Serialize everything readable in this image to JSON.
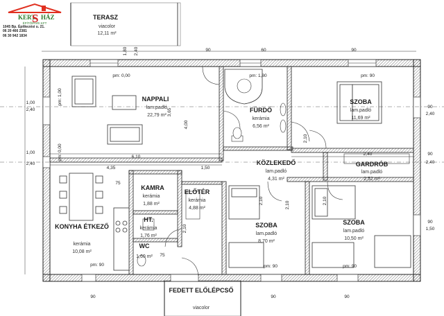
{
  "logo": {
    "brand_left": "KERT",
    "brand_mid": "S",
    "brand_right": "HÁZ",
    "brand_sub": "ÉPÍTŐIPARI KFT",
    "address_lines": [
      "1045 Bp. Építkezési u. 21.",
      "06 20 466 2381",
      "06 30 942 1834"
    ]
  },
  "rooms": {
    "terasz": {
      "name": "TERASZ",
      "material": "viacolor",
      "area": "12,11 m²"
    },
    "nappali": {
      "name": "NAPPALI",
      "material": "lam.padló",
      "area": "22,79 m²"
    },
    "furdo": {
      "name": "FÜRDŐ",
      "material": "kerámia",
      "area": "6,56 m²"
    },
    "szoba1": {
      "name": "SZOBA",
      "material": "lam.padló",
      "area": "11,69 m²"
    },
    "kozlekedo": {
      "name": "KÖZLEKEDŐ",
      "material": "lam.padló",
      "area": "4,31 m²"
    },
    "gardrob": {
      "name": "GARDRÓB",
      "material": "lam.padló",
      "area": "2,52 m²"
    },
    "kamra": {
      "name": "KAMRA",
      "material": "kerámia",
      "area": "1,88 m²"
    },
    "eloter": {
      "name": "ELŐTÉR",
      "material": "kerámia",
      "area": "4,88 m²"
    },
    "ht": {
      "name": "HT.",
      "material": "kerámia",
      "area": "1,76 m²"
    },
    "konyha": {
      "name": "KONYHA ÉTKEZŐ",
      "material": "kerámia",
      "area": "10,08 m²"
    },
    "wc": {
      "name": "WC",
      "material": "kerámia",
      "area": "1,60 m²"
    },
    "szoba2": {
      "name": "SZOBA",
      "material": "lam.padló",
      "area": "8,70 m²"
    },
    "szoba3": {
      "name": "SZOBA",
      "material": "lam.padló",
      "area": "10,50 m²"
    },
    "fedett": {
      "name": "FEDETT ELŐLÉPCSŐ",
      "material": "viacolor",
      "area": ""
    }
  },
  "dimensions": {
    "d_610": "6,10",
    "d_435": "4,35",
    "d_150": "1,50",
    "d_240": "2,40",
    "d_100": "1,00",
    "d_90": "90",
    "d_60": "60",
    "d_75": "75",
    "d_210": "2,10",
    "d_180": "1,80",
    "d_365": "3,65",
    "d_400": "4,00",
    "d_pm000": "pm: 0,00",
    "d_pm090": "pm: 90",
    "d_pm180": "pm: 1,80",
    "d_pm1_00": "pm: 1,00"
  }
}
